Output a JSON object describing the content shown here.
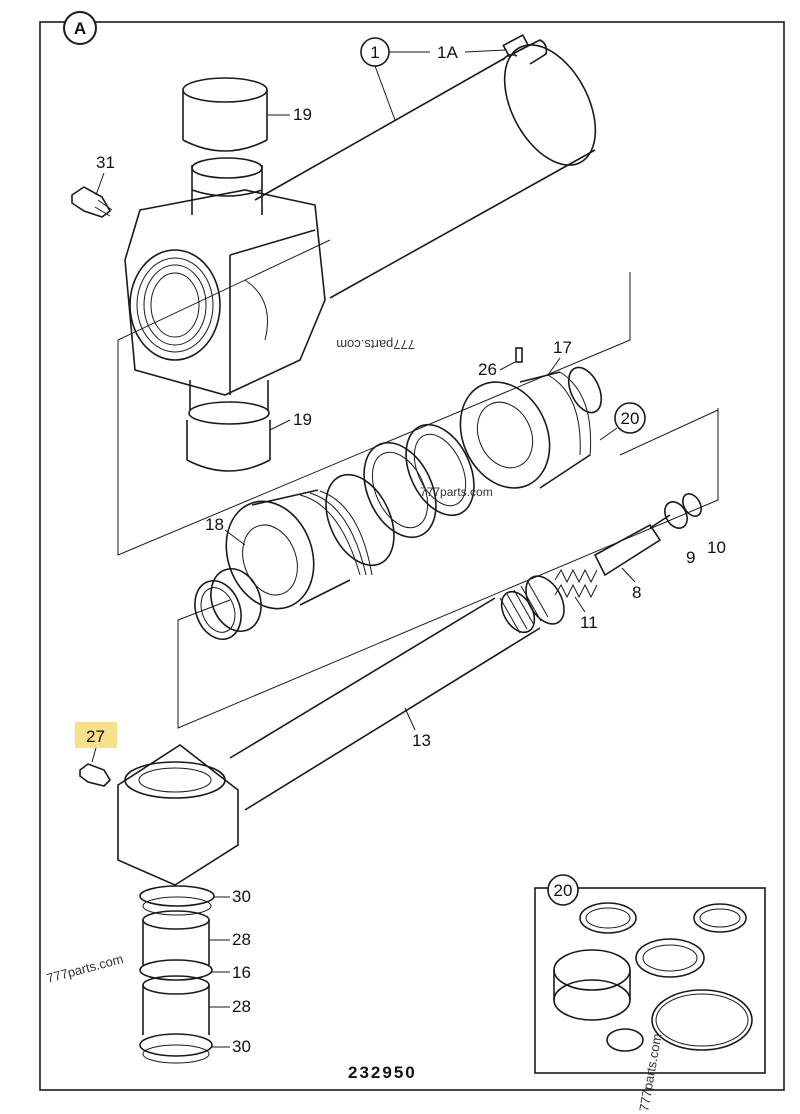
{
  "frame_label": "A",
  "drawing_number": "232950",
  "watermark": "777parts.com",
  "highlight_color": "#f7e08a",
  "callouts": {
    "c1": "1",
    "c1a": "1A",
    "c19_top": "19",
    "c19_bottom": "19",
    "c31": "31",
    "c26": "26",
    "c17": "17",
    "c20": "20",
    "c18": "18",
    "c9": "9",
    "c10": "10",
    "c8": "8",
    "c11": "11",
    "c13": "13",
    "c27": "27",
    "c30_top": "30",
    "c28_top": "28",
    "c16": "16",
    "c28_bottom": "28",
    "c30_bottom": "30",
    "inset_20": "20"
  }
}
